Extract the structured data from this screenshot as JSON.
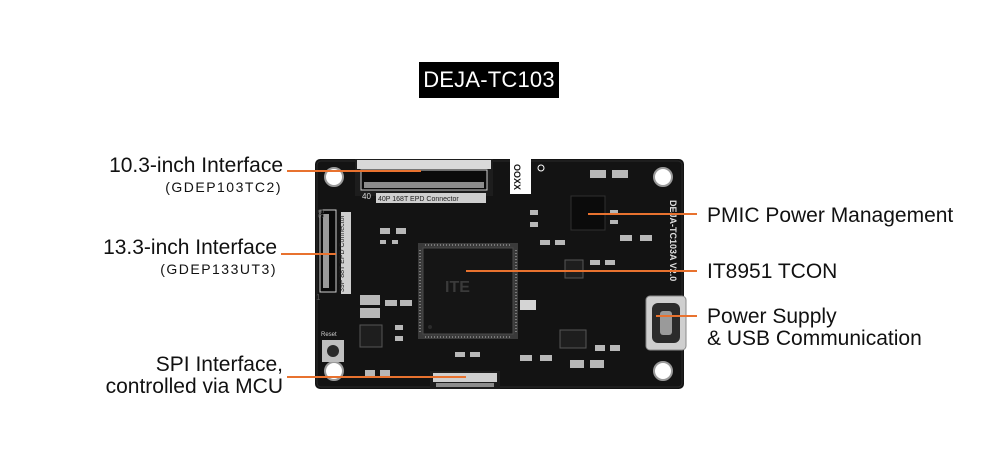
{
  "title": "DEJA-TC103",
  "callouts": {
    "if_10_3": {
      "label": "10.3-inch Interface",
      "sub": "(GDEP103TC2)"
    },
    "if_13_3": {
      "label": "13.3-inch Interface",
      "sub": "(GDEP133UT3)"
    },
    "spi": {
      "line1": "SPI Interface,",
      "line2": "controlled via MCU"
    },
    "pmic": {
      "label": "PMIC Power Management"
    },
    "tcon": {
      "label": "IT8951 TCON"
    },
    "power": {
      "line1": "Power Supply",
      "line2": "& USB Communication"
    }
  },
  "board": {
    "fpc_top_text": "40P 168T EPD Connector",
    "fpc_left_text": "39P 88T EPD Connector",
    "pin_40": "40",
    "pin_39": "39",
    "pin_1": "1",
    "logo_text": "OOXX",
    "side_text": "DEJA-TC103A V2.0",
    "chip_text": "ITE",
    "reset_text": "Reset"
  },
  "colors": {
    "board": "#131313",
    "leader": "#e8722f",
    "connector": "#d9d9d9"
  }
}
